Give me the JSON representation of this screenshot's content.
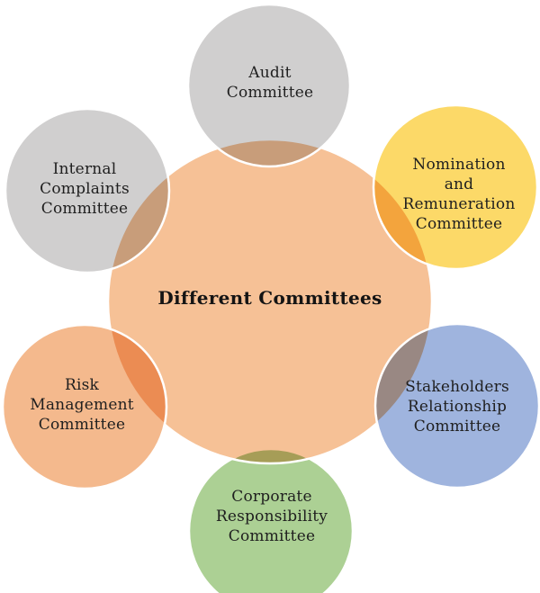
{
  "diagram": {
    "center": {
      "label": "Different Committees",
      "color": "#F6C196"
    },
    "committees": [
      {
        "name": "Audit Committee",
        "lines": [
          "Audit",
          "Committee"
        ],
        "color": "#D0CFCF"
      },
      {
        "name": "Internal Complaints Committee",
        "lines": [
          "Internal",
          "Complaints",
          "Committee"
        ],
        "color": "#D0CFCF"
      },
      {
        "name": "Nomination and Remuneration Committee",
        "lines": [
          "Nomination",
          "and",
          "Remuneration",
          "Committee"
        ],
        "color": "#FCD968"
      },
      {
        "name": "Risk Management Committee",
        "lines": [
          "Risk",
          "Management",
          "Committee"
        ],
        "color": "#F4B98D"
      },
      {
        "name": "Stakeholders Relationship Committee",
        "lines": [
          "Stakeholders",
          "Relationship",
          "Committee"
        ],
        "color": "#9FB4DE"
      },
      {
        "name": "Corporate Responsibility Committee",
        "lines": [
          "Corporate",
          "Responsibility",
          "Committee"
        ],
        "color": "#ACD094"
      }
    ],
    "text_color": "#1F1F1F",
    "outline_color": "#FFFFFF",
    "background": "#FFFFFF"
  }
}
